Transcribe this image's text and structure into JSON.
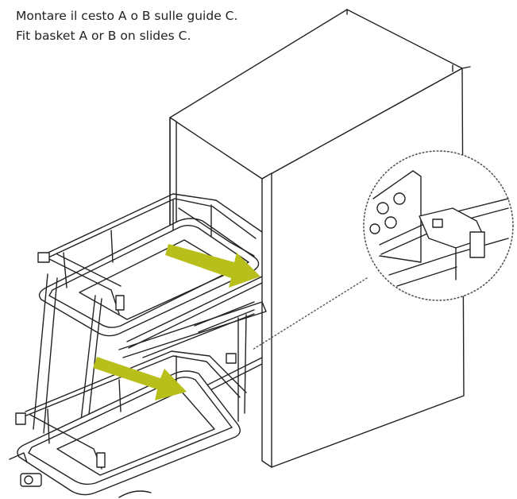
{
  "instructions": {
    "italian": "Montare il cesto A o B sulle guide C.",
    "english": "Fit basket A or B on slides C."
  },
  "colors": {
    "line": "#222222",
    "arrow": "#b9bf1a",
    "callout_border": "#555555"
  },
  "icons": {
    "direction_arrow": "arrow-right-down"
  }
}
